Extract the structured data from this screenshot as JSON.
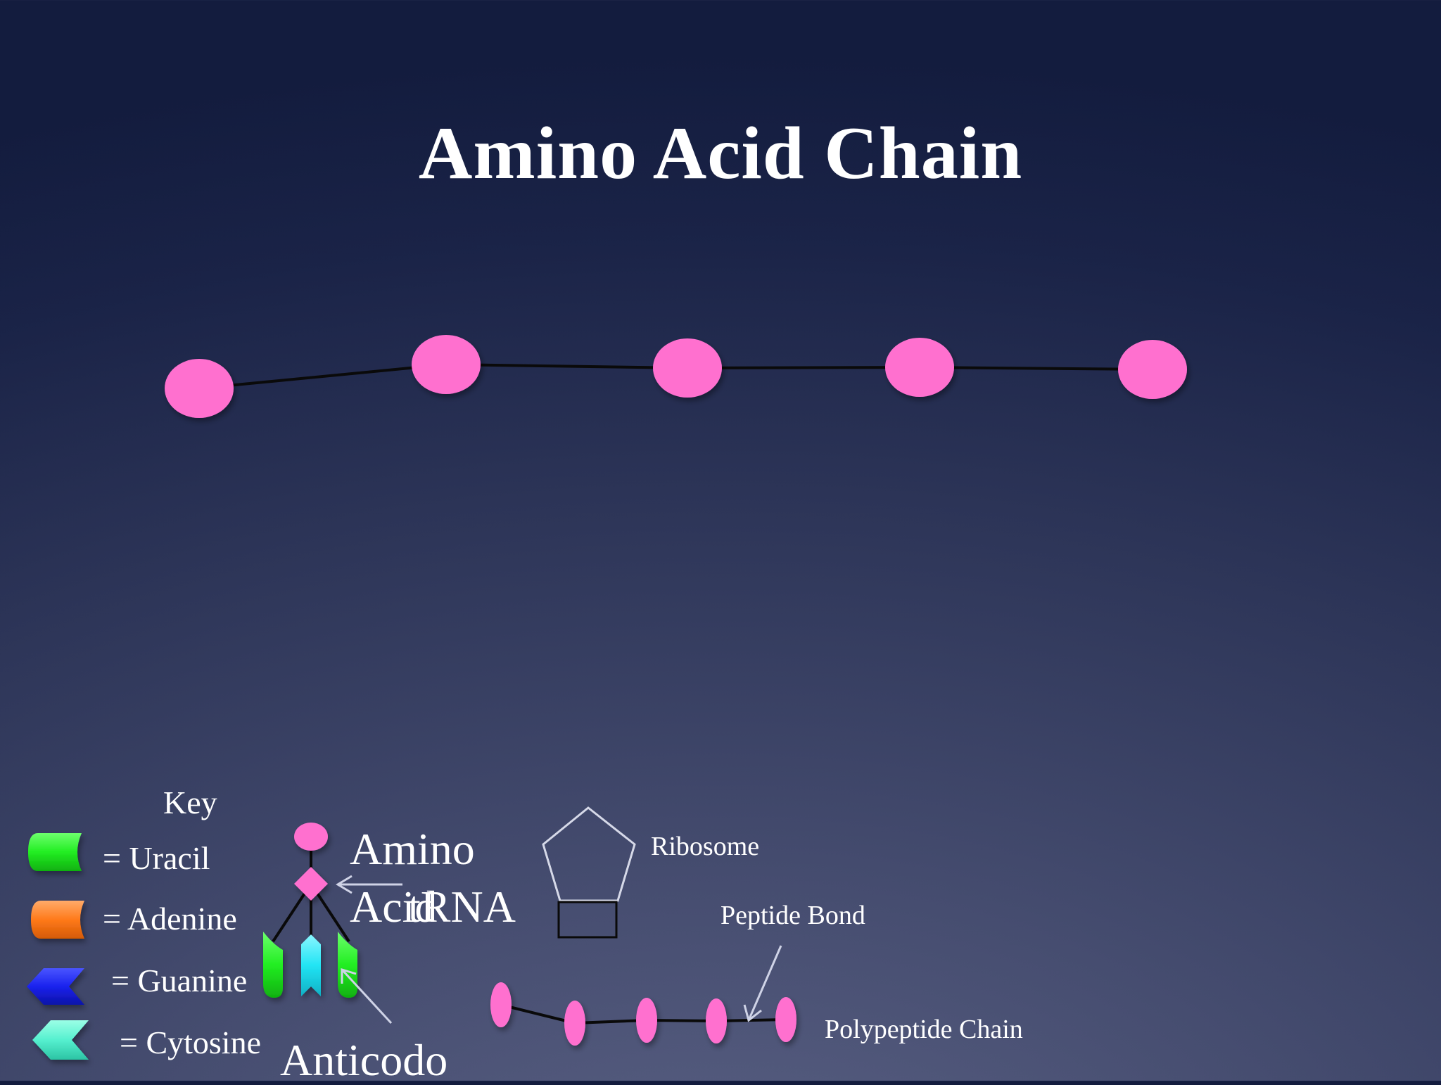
{
  "title": "Amino Acid Chain",
  "key": {
    "title": "Key",
    "uracil": "= Uracil",
    "adenine": "= Adenine",
    "guanine": "= Guanine",
    "cytosine": "= Cytosine"
  },
  "labels": {
    "amino_line1": "Amino",
    "amino_line2": "Acid",
    "trna": "tRNA",
    "anticodon": "Anticodo",
    "ribosome": "Ribosome",
    "peptide_bond": "Peptide Bond",
    "polypeptide_chain": "Polypeptide Chain"
  },
  "colors": {
    "amino_acid": "#ff6fcf",
    "uracil": "#22ee22",
    "adenine": "#ff7a1a",
    "guanine": "#1a22ee",
    "cytosine": "#55f0cf",
    "anticodon_cyan": "#22e4f4"
  },
  "main_chain": {
    "amino_acid_count": 5
  },
  "polypeptide": {
    "amino_acid_count": 5
  }
}
